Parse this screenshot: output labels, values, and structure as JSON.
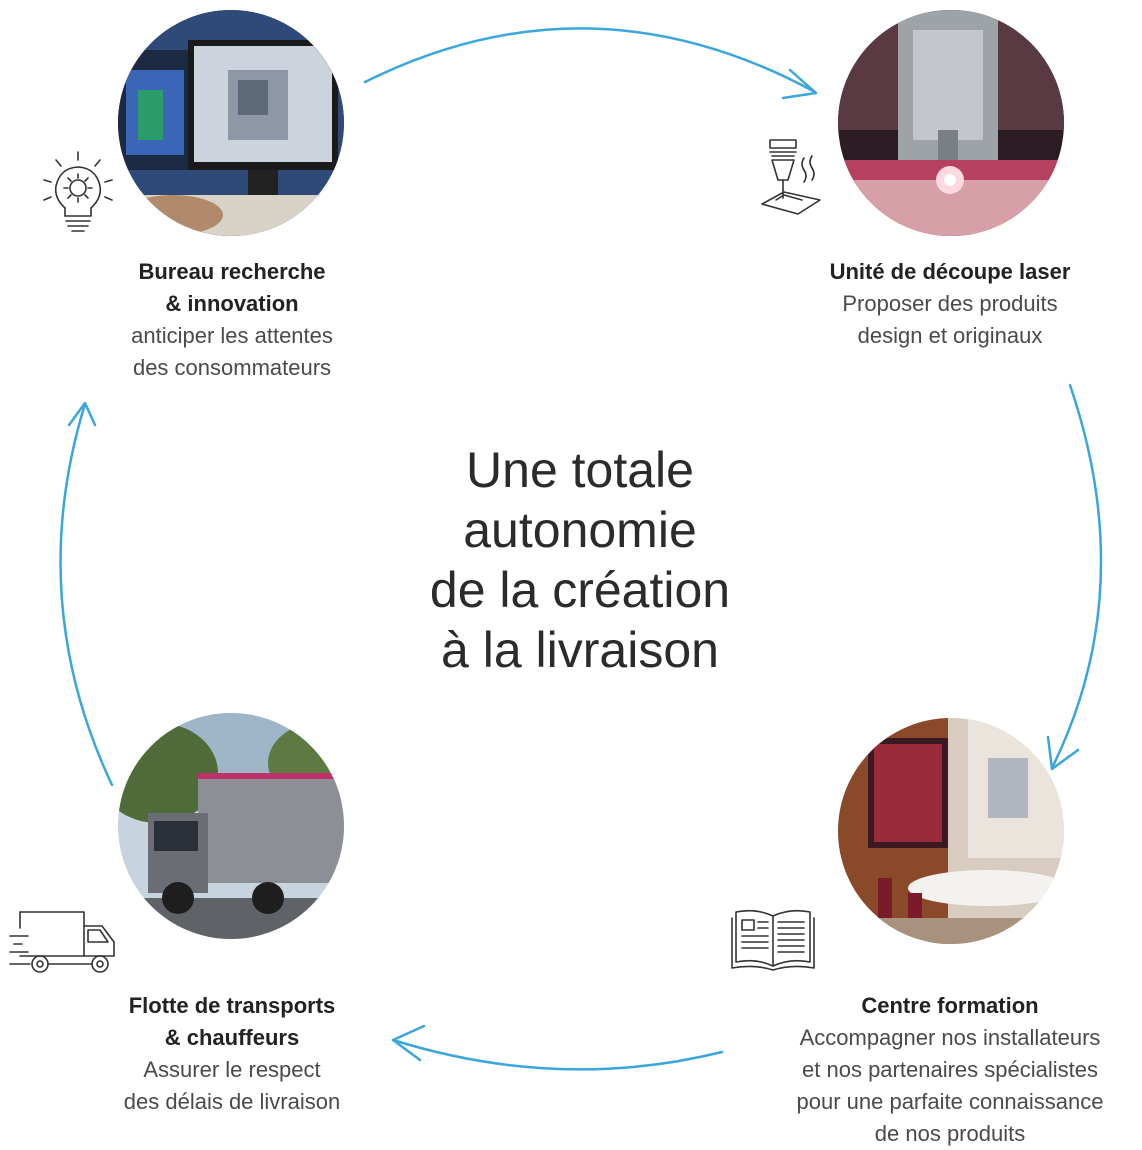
{
  "center_lines": [
    "Une totale",
    "autonomie",
    "de la création",
    "à la livraison"
  ],
  "accent_color": "#3aa6dc",
  "steps": [
    {
      "id": "bureau",
      "title_lines": [
        "Bureau recherche",
        "& innovation"
      ],
      "desc_lines": [
        "anticiper les attentes",
        "des consommateurs"
      ],
      "icon": "lightbulb-gear-icon",
      "photo": "computer-cad-photo"
    },
    {
      "id": "laser",
      "title_lines": [
        "Unité de découpe laser"
      ],
      "desc_lines": [
        "Proposer des produits",
        "design et originaux"
      ],
      "icon": "laser-cutter-icon",
      "photo": "laser-cutting-photo"
    },
    {
      "id": "formation",
      "title_lines": [
        "Centre formation"
      ],
      "desc_lines": [
        "Accompagner nos installateurs",
        "et nos partenaires spécialistes",
        "pour une parfaite connaissance",
        "de nos produits"
      ],
      "icon": "open-book-icon",
      "photo": "meeting-room-photo"
    },
    {
      "id": "transport",
      "title_lines": [
        "Flotte de transports",
        "& chauffeurs"
      ],
      "desc_lines": [
        "Assurer le respect",
        "des délais de livraison"
      ],
      "icon": "delivery-truck-icon",
      "photo": "truck-photo"
    }
  ]
}
